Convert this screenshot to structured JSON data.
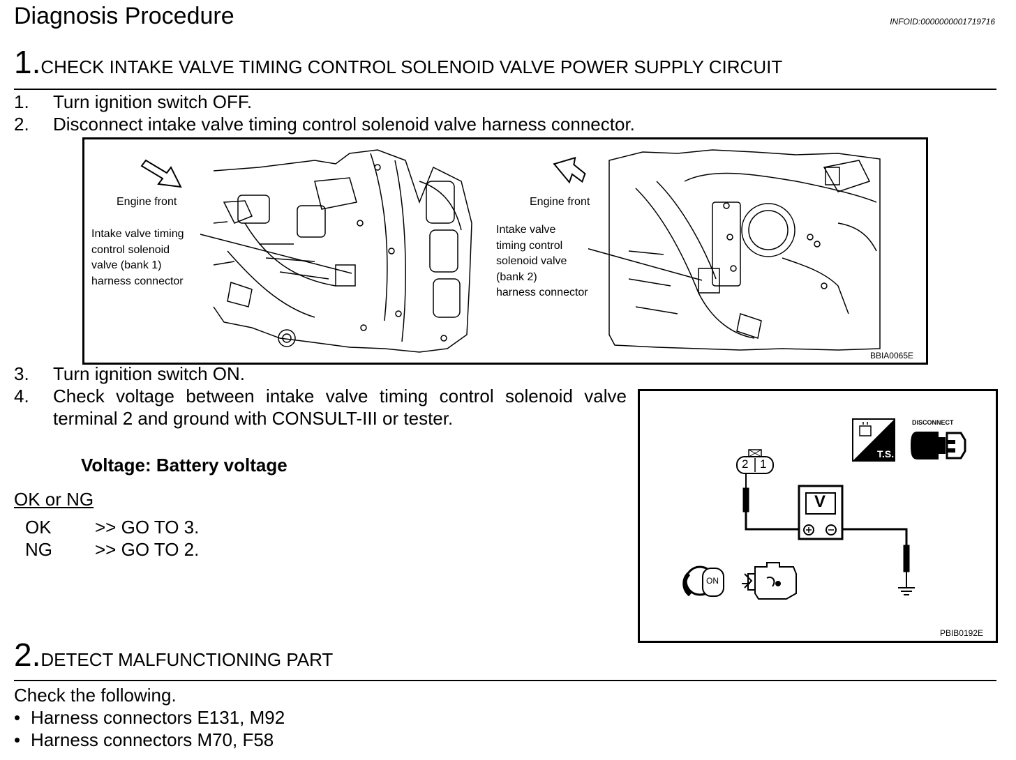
{
  "header": {
    "title": "Diagnosis Procedure",
    "infoid": "INFOID:0000000001719716"
  },
  "step1": {
    "num": "1.",
    "title": "CHECK INTAKE VALVE TIMING CONTROL SOLENOID VALVE POWER SUPPLY CIRCUIT",
    "instructions": [
      {
        "n": "1.",
        "text": "Turn ignition switch OFF."
      },
      {
        "n": "2.",
        "text": "Disconnect intake valve timing control solenoid valve harness connector."
      }
    ],
    "figure": {
      "left_front_label": "Engine front",
      "left_callout": [
        "Intake valve timing",
        "control solenoid",
        "valve (bank 1)",
        "harness connector"
      ],
      "right_front_label": "Engine front",
      "right_callout": [
        "Intake valve",
        "timing control",
        "solenoid valve",
        "(bank 2)",
        "harness connector"
      ],
      "code": "BBIA0065E"
    },
    "instructions2": [
      {
        "n": "3.",
        "text": "Turn ignition switch ON."
      },
      {
        "n": "4.",
        "text": "Check voltage between intake valve timing control solenoid valve terminal 2 and ground with CONSULT-III or tester."
      }
    ],
    "voltage_spec": "Voltage: Battery voltage",
    "ok_ng_label": "OK or NG",
    "results": [
      {
        "key": "OK",
        "action": ">> GO TO 3."
      },
      {
        "key": "NG",
        "action": ">> GO TO 2."
      }
    ],
    "schematic": {
      "disconnect_label": "DISCONNECT",
      "ts_label": "T.S.",
      "pin_left": "2",
      "pin_right": "1",
      "meter_label": "V",
      "key_label": "ON",
      "code": "PBIB0192E"
    }
  },
  "step2": {
    "num": "2.",
    "title": "DETECT MALFUNCTIONING PART",
    "intro": "Check the following.",
    "bullets": [
      "Harness connectors E131, M92",
      "Harness connectors M70, F58"
    ]
  }
}
